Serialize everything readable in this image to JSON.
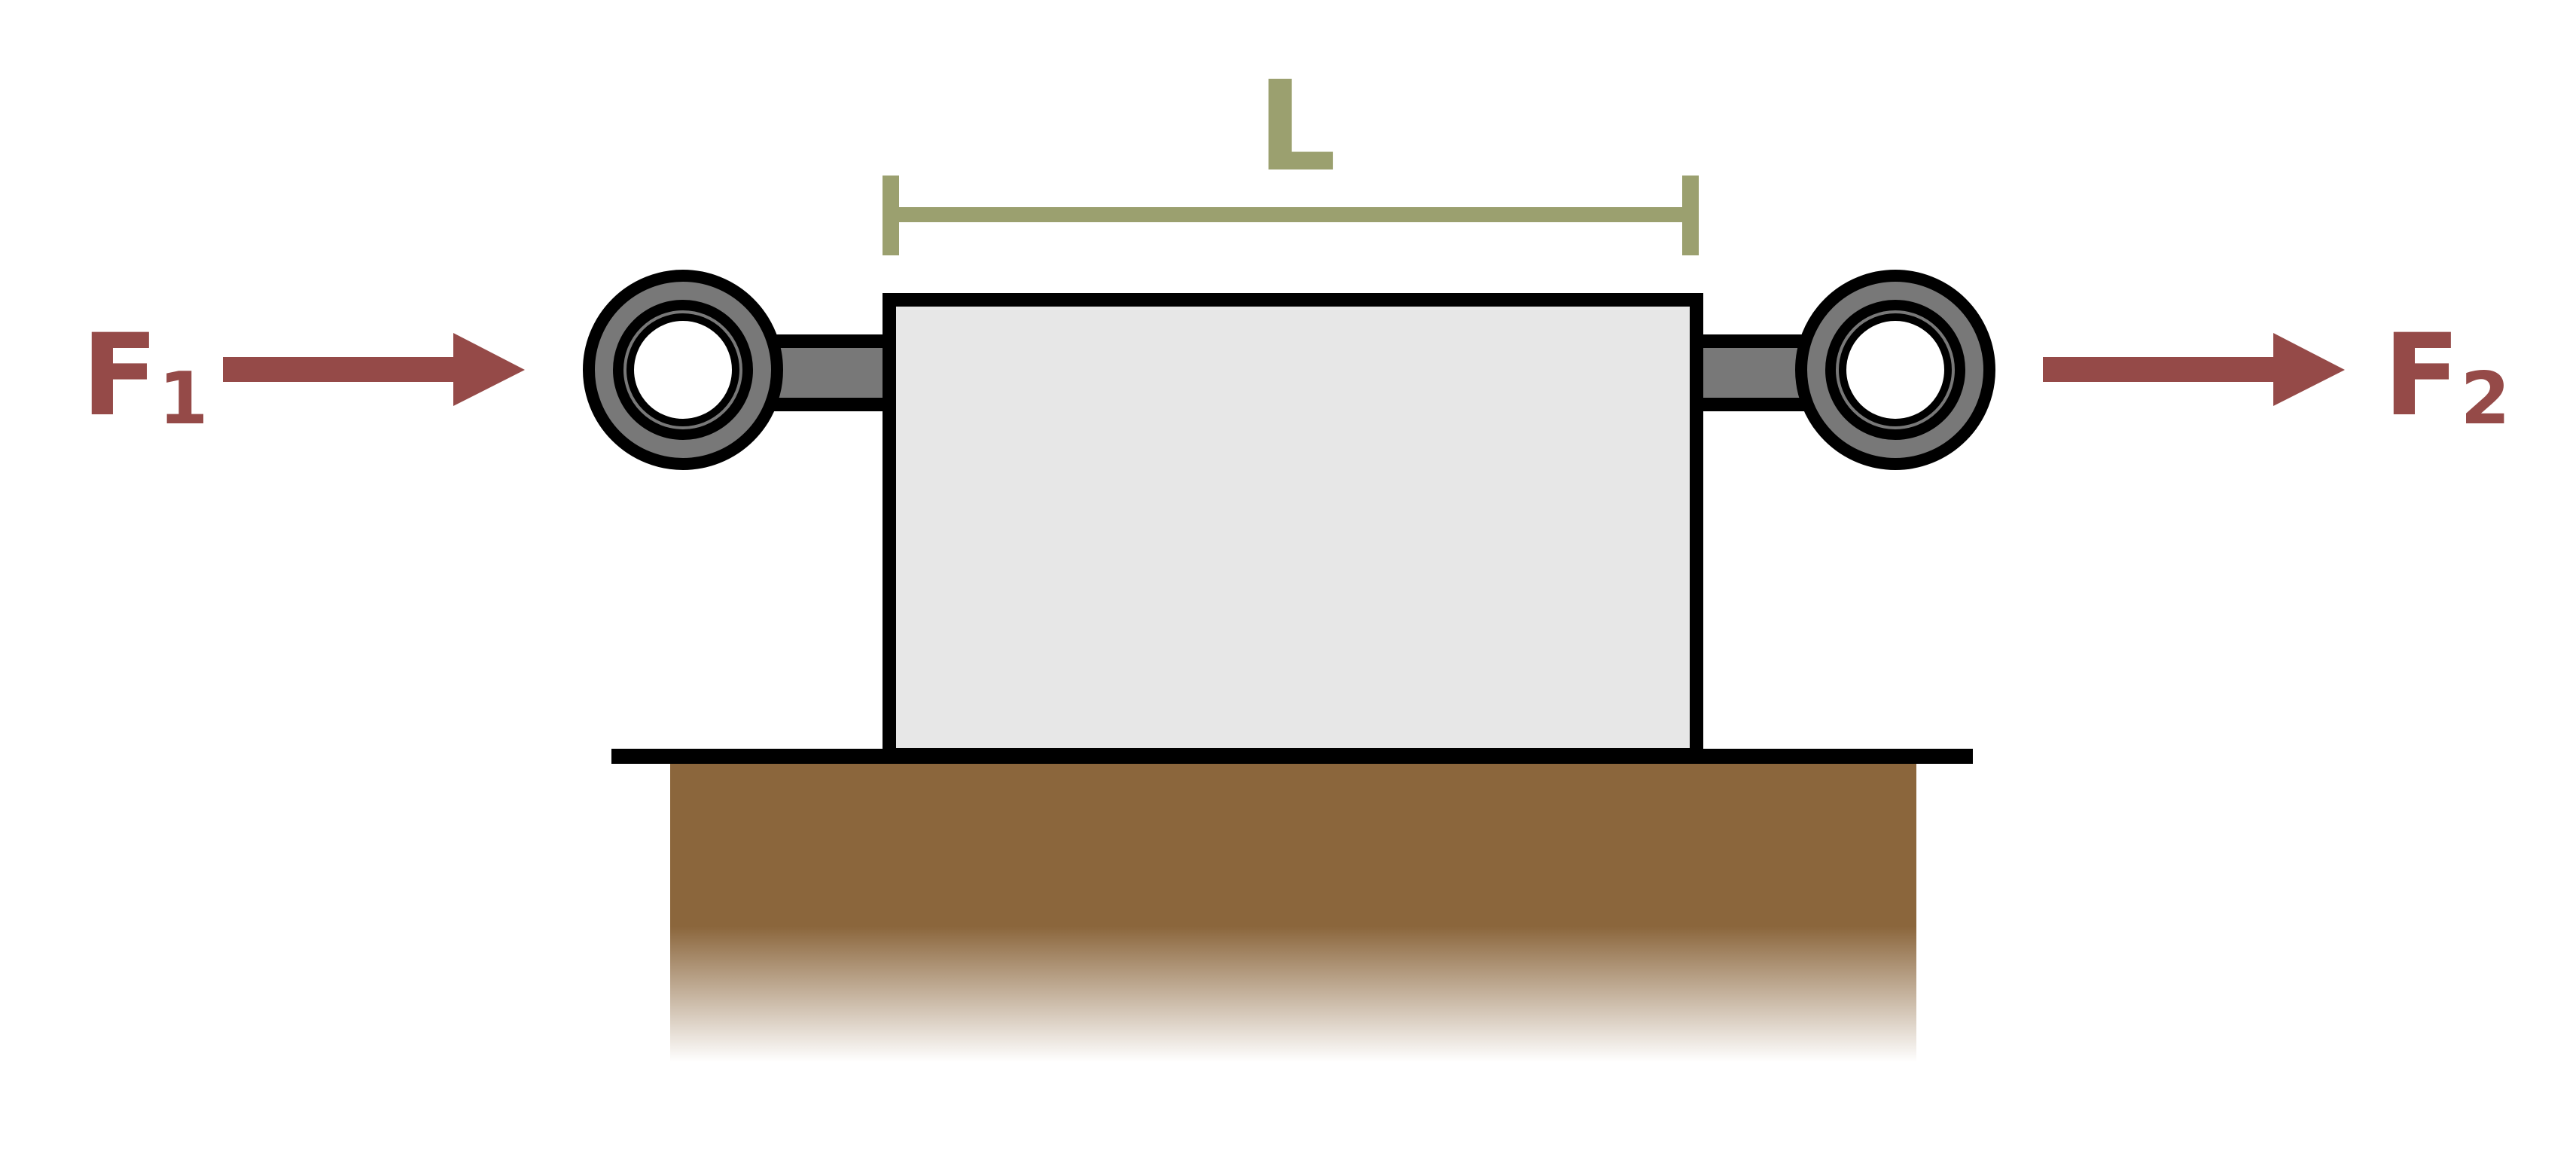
{
  "diagram": {
    "dimension_label": "L",
    "left_force": {
      "symbol": "F",
      "subscript": "1"
    },
    "right_force": {
      "symbol": "F",
      "subscript": "2"
    }
  },
  "colors": {
    "force": "#954a48",
    "dimension": "#9ba06f",
    "block_fill": "#e7e7e7",
    "ground": "#8b663c",
    "connector": "#787878",
    "outline": "#000000"
  }
}
